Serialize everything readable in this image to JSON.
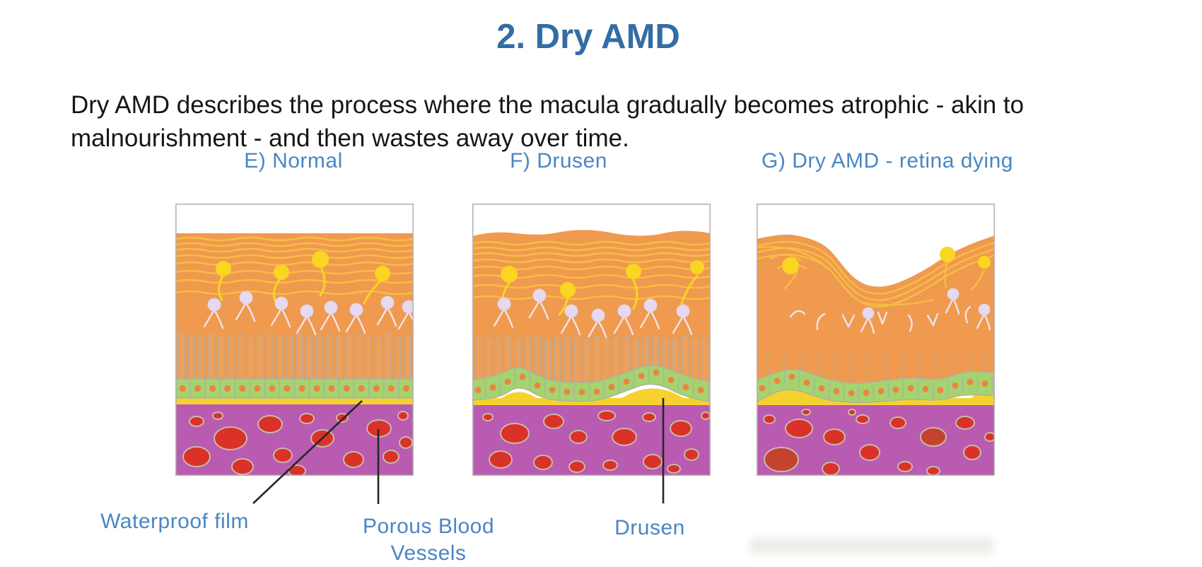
{
  "title": {
    "text": "2. Dry AMD"
  },
  "intro": {
    "line1": "Dry AMD describes the process where  the macula gradually becomes atrophic - akin to",
    "line2": "malnourishment - and then wastes away over time."
  },
  "figures": [
    {
      "id": "E",
      "label": "E) Normal"
    },
    {
      "id": "F",
      "label": "F) Drusen"
    },
    {
      "id": "G",
      "label": "G) Dry AMD - retina dying"
    }
  ],
  "annotations": [
    {
      "label": "Waterproof film"
    },
    {
      "label": "Porous Blood Vessels"
    },
    {
      "label": "Drusen"
    }
  ],
  "colors": {
    "title_blue": "#336da3",
    "label_blue": "#4a86c4",
    "retina_orange": "#ef9a4e",
    "nerve_line_yellow": "#f7bd45",
    "ganglion_cell_yellow": "#fad522",
    "bipolar_cell_lavender": "#e6d9f0",
    "photoreceptor_orange": "#efa058",
    "rpe_green": "#a5d36f",
    "membrane_yellow": "#f6d22e",
    "choroid_purple": "#b95bb1",
    "vessel_red": "#da3228",
    "pointer_line": "#262626"
  }
}
